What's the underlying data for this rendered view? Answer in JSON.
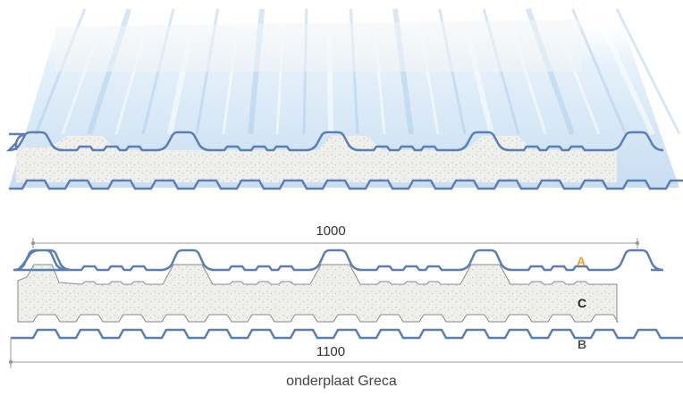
{
  "dimensions": {
    "cover_width": "1000",
    "total_width": "1100"
  },
  "labels": {
    "top_sheet": "A",
    "bottom_sheet": "B",
    "insulation_core": "C"
  },
  "caption": "onderplaat Greca",
  "colors": {
    "sheet_outline": "#5b7fb5",
    "label_a": "#f0a030",
    "label_b": "#555555",
    "label_c": "#222222",
    "dimension_line": "#9a9a9a",
    "foam": "#efefec",
    "translucent_sheet": "#d3e6f5"
  }
}
